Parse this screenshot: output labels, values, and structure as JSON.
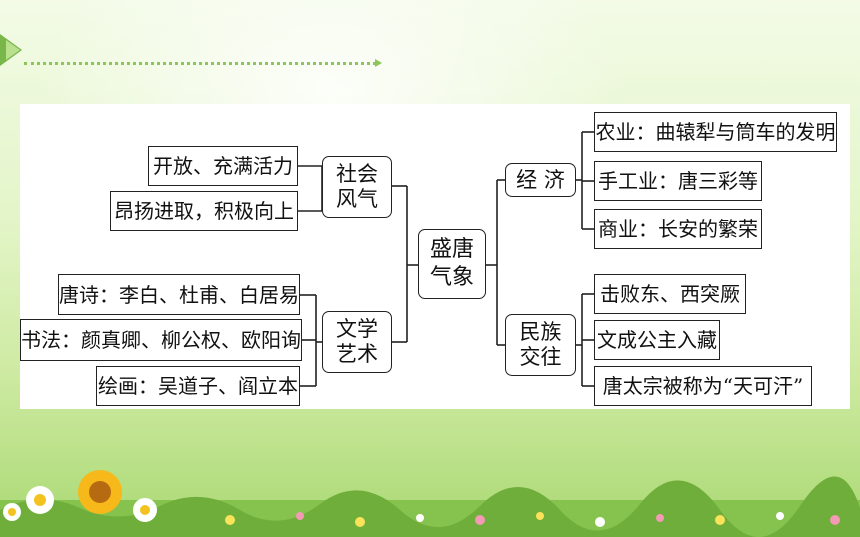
{
  "diagram": {
    "root": "盛唐\n气象",
    "left_branches": [
      {
        "label": "社会\n风气",
        "items": [
          "开放、充满活力",
          "昂扬进取，积极向上"
        ]
      },
      {
        "label": "文学\n艺术",
        "items": [
          "唐诗：李白、杜甫、白居易",
          "书法：颜真卿、柳公权、欧阳询",
          "绘画：吴道子、阎立本"
        ]
      }
    ],
    "right_branches": [
      {
        "label": "经 济",
        "items": [
          "农业：曲辕犁与筒车的发明",
          "手工业：唐三彩等",
          "商业：长安的繁荣"
        ]
      },
      {
        "label": "民族\n交往",
        "items": [
          "击败东、西突厥",
          "文成公主入藏",
          "唐太宗被称为“天可汗”"
        ]
      }
    ]
  },
  "decor": {
    "accent": "#79b74a",
    "background_top": "#f3fbe7",
    "background_bottom": "#a9d872"
  }
}
